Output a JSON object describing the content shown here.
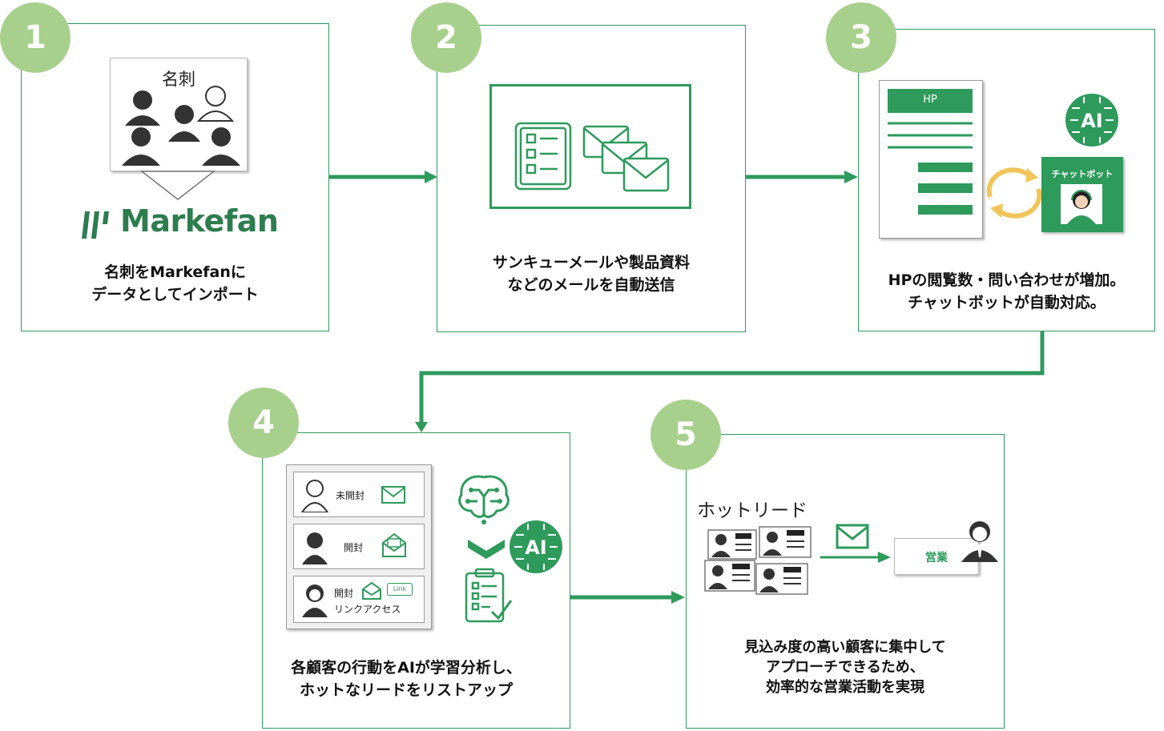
{
  "steps": [
    {
      "num": "1",
      "caption_lines": [
        "名刺をMarkefanに",
        "データとしてインポート"
      ]
    },
    {
      "num": "2",
      "caption_lines": [
        "サンキューメールや製品資料",
        "などのメールを自動送信"
      ]
    },
    {
      "num": "3",
      "caption_lines": [
        "HPの閲覧数・問い合わせが増加。",
        "チャットボットが自動対応。"
      ]
    },
    {
      "num": "4",
      "caption_lines": [
        "各顧客の行動をAIが学習分析し、",
        "ホットなリードをリストアップ"
      ]
    },
    {
      "num": "5",
      "caption_lines": [
        "見込み度の高い顧客に集中して",
        "アプローチできるため、",
        "効率的な営業活動を実現"
      ]
    }
  ],
  "step1": {
    "card_title": "名刺",
    "logo_text": "Markefan"
  },
  "step3": {
    "hp_label": "HP",
    "ai_label": "AI",
    "chatbot_label": "チャットボット"
  },
  "step4": {
    "rows": [
      {
        "status": "未開封",
        "extra": ""
      },
      {
        "status": "開封",
        "extra": ""
      },
      {
        "status": "開封",
        "extra": "リンクアクセス",
        "link_badge": "Link"
      }
    ],
    "ai_label": "AI"
  },
  "step5": {
    "hot_lead_label": "ホットリード",
    "sales_label": "営業"
  },
  "colors": {
    "green": "#2e9a5c",
    "light_green": "#a8d08d",
    "yellow": "#f0c65a"
  }
}
